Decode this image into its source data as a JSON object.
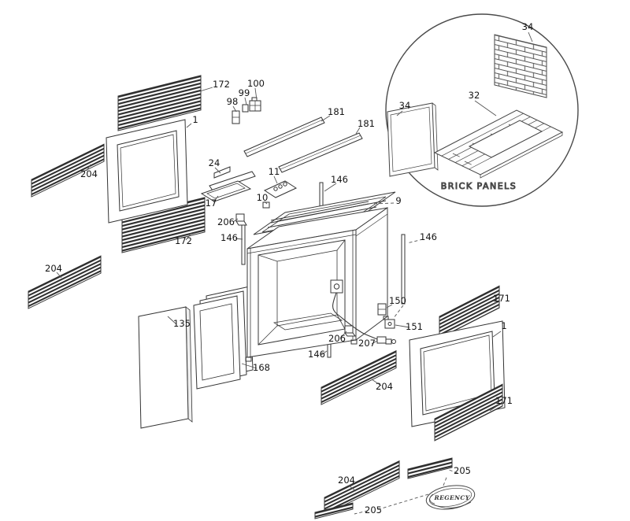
{
  "callouts": [
    {
      "text": "172"
    },
    {
      "text": "100"
    },
    {
      "text": "99"
    },
    {
      "text": "98"
    },
    {
      "text": "1"
    },
    {
      "text": "181"
    },
    {
      "text": "181"
    },
    {
      "text": "204"
    },
    {
      "text": "24"
    },
    {
      "text": "11"
    },
    {
      "text": "17"
    },
    {
      "text": "10"
    },
    {
      "text": "146"
    },
    {
      "text": "9"
    },
    {
      "text": "206"
    },
    {
      "text": "146"
    },
    {
      "text": "172"
    },
    {
      "text": "146"
    },
    {
      "text": "204"
    },
    {
      "text": "171"
    },
    {
      "text": "150"
    },
    {
      "text": "151"
    },
    {
      "text": "1"
    },
    {
      "text": "135"
    },
    {
      "text": "206"
    },
    {
      "text": "207"
    },
    {
      "text": "146"
    },
    {
      "text": "168"
    },
    {
      "text": "204"
    },
    {
      "text": "171"
    },
    {
      "text": "204"
    },
    {
      "text": "205"
    },
    {
      "text": "205"
    }
  ],
  "inset": {
    "caption": "BRICK PANELS",
    "callouts": [
      {
        "text": "34"
      },
      {
        "text": "32"
      },
      {
        "text": "34"
      }
    ]
  },
  "logo": {
    "text": "REGENCY"
  },
  "colors": {
    "ink": "#3a3a3a",
    "slat": "#2b2b2b",
    "background": "#ffffff"
  }
}
